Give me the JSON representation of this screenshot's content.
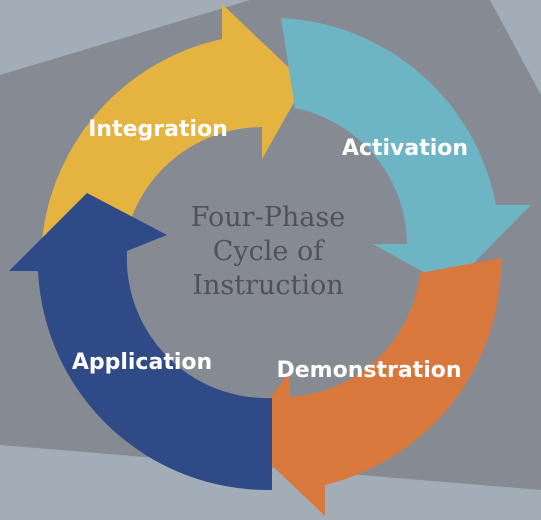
{
  "diagram": {
    "center_title_lines": [
      "Four-Phase",
      "Cycle of",
      "Instruction"
    ],
    "phases": [
      {
        "key": "integration",
        "label": "Integration",
        "color": "#e5b33f"
      },
      {
        "key": "activation",
        "label": "Activation",
        "color": "#6db5c4"
      },
      {
        "key": "demonstration",
        "label": "Demonstration",
        "color": "#d8783c"
      },
      {
        "key": "application",
        "label": "Application",
        "color": "#2f4b87"
      }
    ],
    "colors": {
      "background": "#868b93",
      "backdrop_light": "#a3adb8",
      "center_text": "#4f5359"
    }
  }
}
